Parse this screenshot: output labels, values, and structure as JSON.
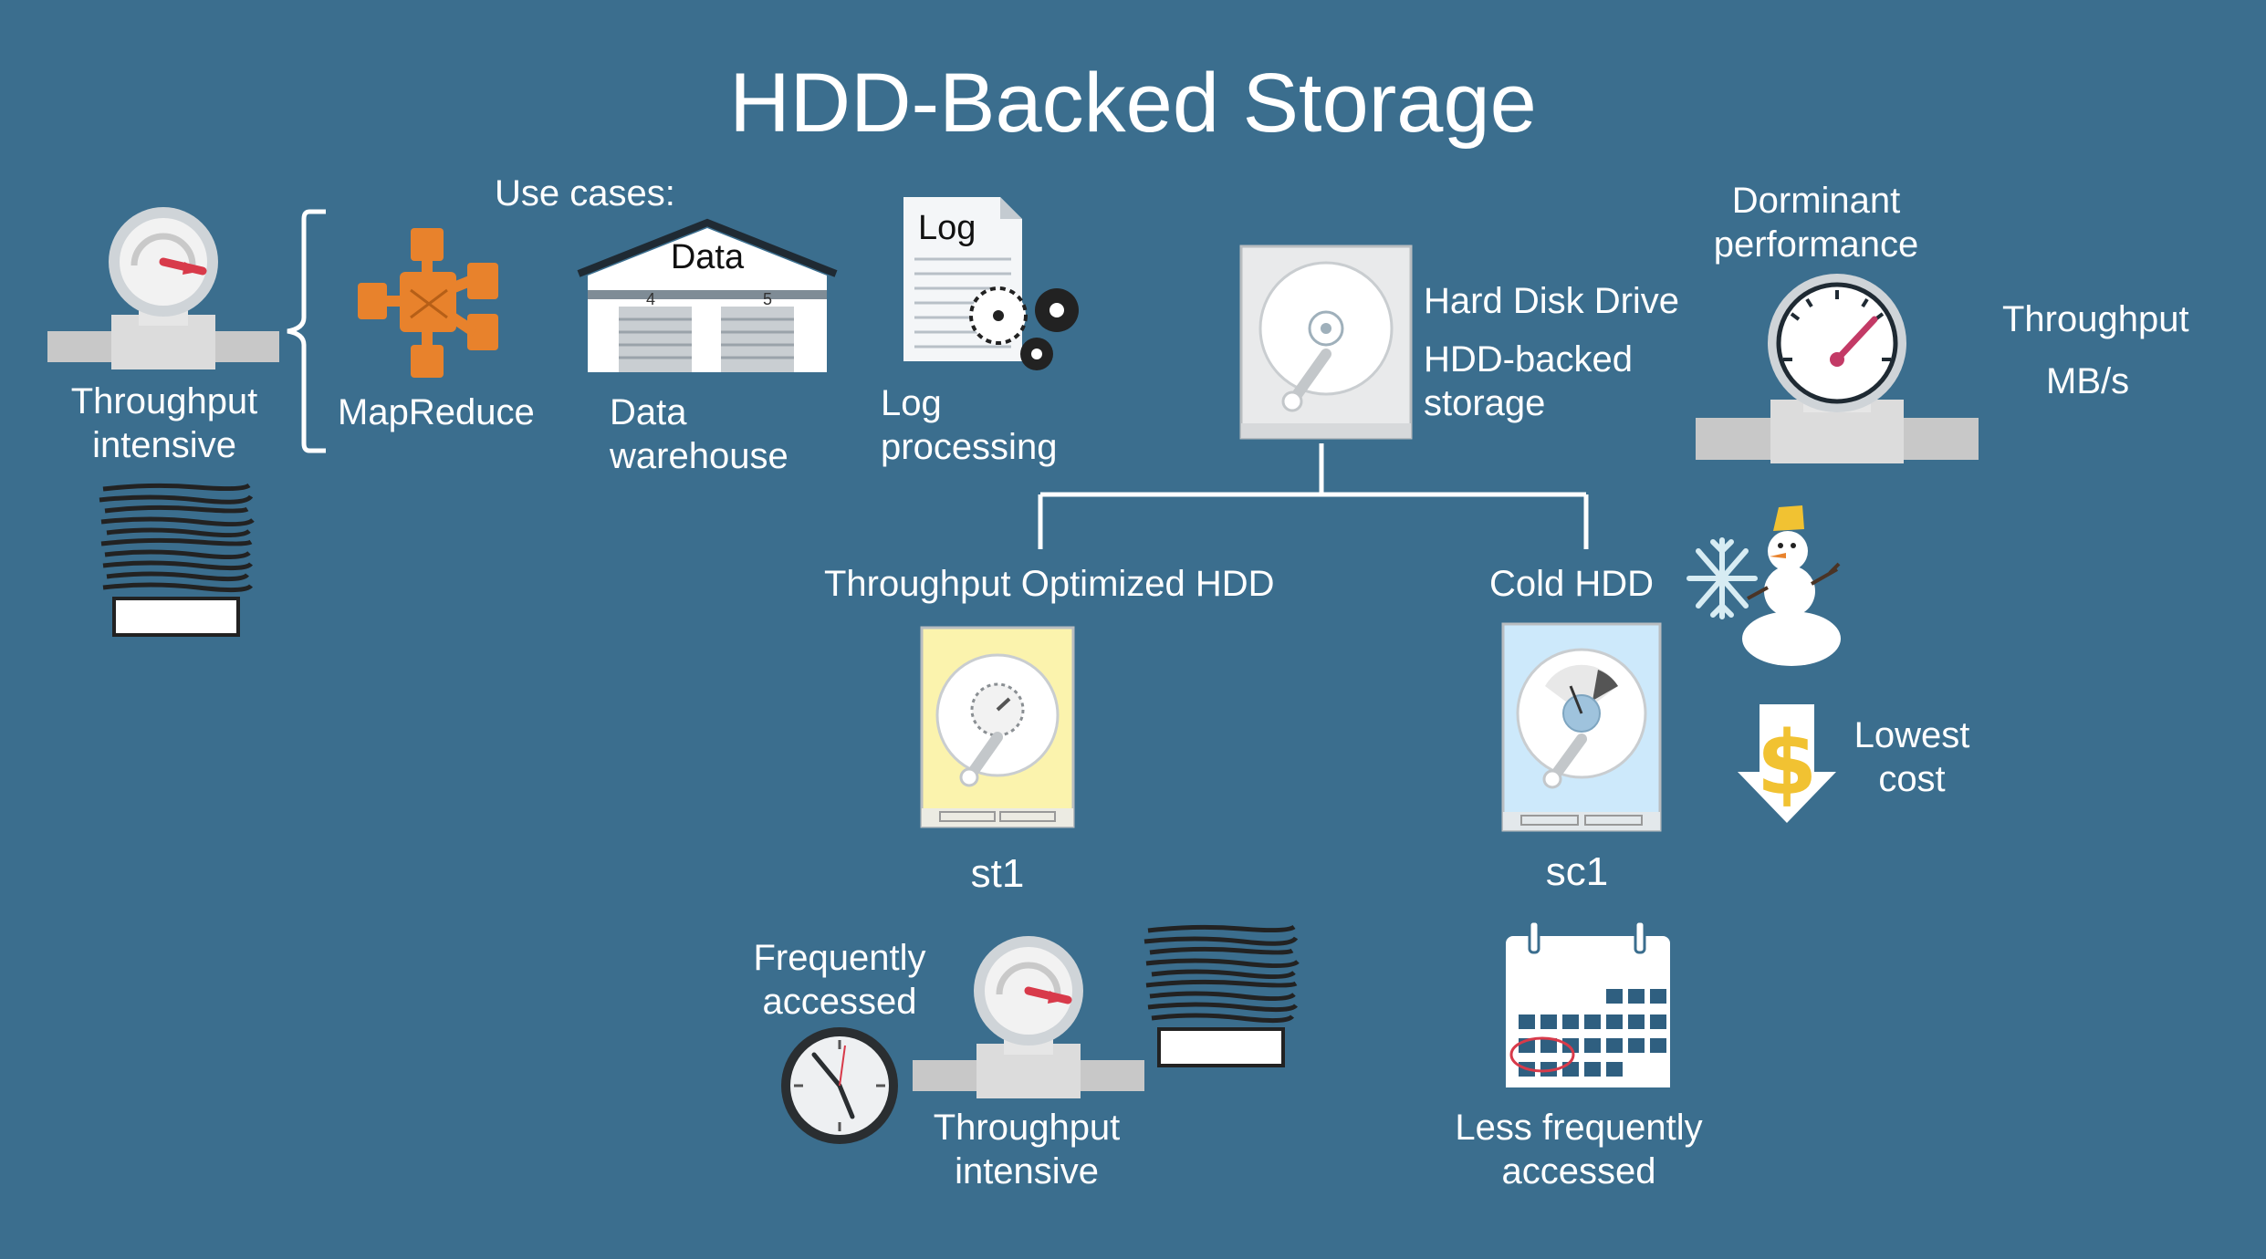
{
  "title": "HDD-Backed Storage",
  "use_cases": {
    "heading": "Use cases:",
    "items": [
      {
        "label": "MapReduce"
      },
      {
        "label": "Data warehouse",
        "sign": "Data",
        "doors": [
          "4",
          "5"
        ]
      },
      {
        "label": "Log processing",
        "doc_title": "Log"
      }
    ],
    "left_label": "Throughput intensive"
  },
  "hdd": {
    "label1": "Hard Disk Drive",
    "label2": "HDD-backed storage"
  },
  "performance": {
    "label": "Dorminant performance",
    "metric": "Throughput",
    "unit": "MB/s"
  },
  "branches": {
    "st1": {
      "name": "Throughput Optimized HDD",
      "code": "st1",
      "notes": [
        "Frequently accessed",
        "Throughput intensive"
      ],
      "color": "#fbf3ad"
    },
    "sc1": {
      "name": "Cold HDD",
      "code": "sc1",
      "cost": "Lowest cost",
      "note": "Less frequently accessed",
      "color": "#cde9fb"
    }
  },
  "colors": {
    "background": "#3b6e8e",
    "mapreduce": "#e8822c",
    "gauge_needle": "#d83a4a",
    "dollar": "#f1c232"
  }
}
